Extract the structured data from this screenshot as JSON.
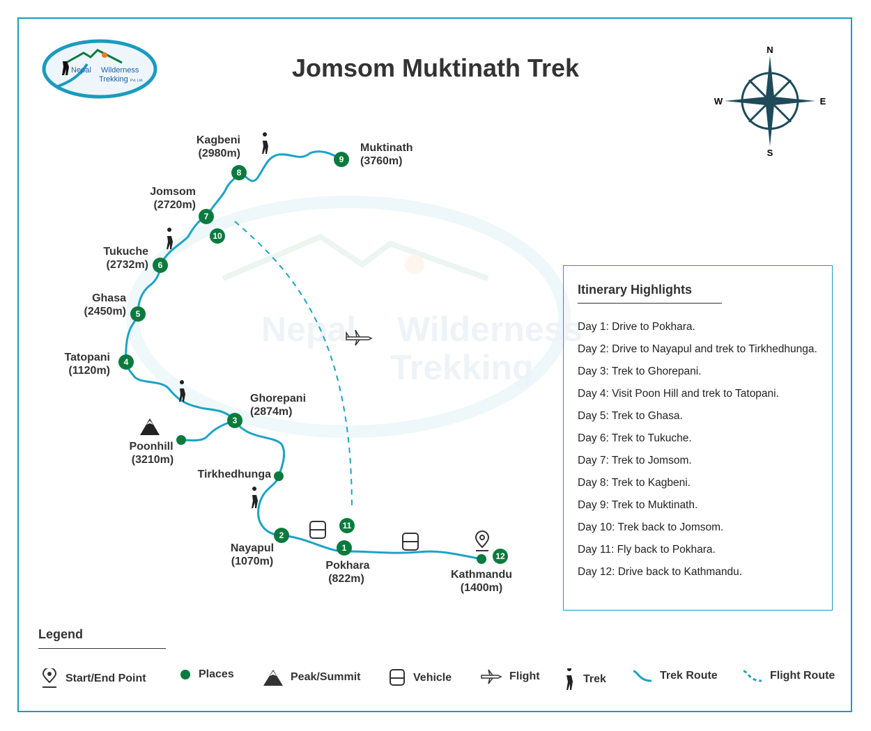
{
  "title": "Jomsom Muktinath Trek",
  "logo": {
    "line1": "Nepal",
    "line2": "Wilderness",
    "line3": "Trekking",
    "suffix": "Pvt. Ltd."
  },
  "compass": {
    "n": "N",
    "s": "S",
    "e": "E",
    "w": "W"
  },
  "places": [
    {
      "num": "1",
      "name": "Pokhara",
      "alt": "(822m)"
    },
    {
      "num": "2",
      "name": "Nayapul",
      "alt": "(1070m)"
    },
    {
      "num": "3",
      "name": "Ghorepani",
      "alt": "(2874m)"
    },
    {
      "num": "4",
      "name": "Tatopani",
      "alt": "(1120m)"
    },
    {
      "num": "5",
      "name": "Ghasa",
      "alt": "(2450m)"
    },
    {
      "num": "6",
      "name": "Tukuche",
      "alt": "(2732m)"
    },
    {
      "num": "7",
      "name": "Jomsom",
      "alt": "(2720m)"
    },
    {
      "num": "8",
      "name": "Kagbeni",
      "alt": "(2980m)"
    },
    {
      "num": "9",
      "name": "Muktinath",
      "alt": "(3760m)"
    },
    {
      "num": "10"
    },
    {
      "num": "11"
    },
    {
      "num": "12",
      "name": "Kathmandu",
      "alt": "(1400m)"
    },
    {
      "name": "Tirkhedhunga"
    },
    {
      "name": "Poonhill",
      "alt": "(3210m)"
    }
  ],
  "itinerary": {
    "title": "Itinerary Highlights",
    "days": [
      "Day 1: Drive to Pokhara.",
      "Day 2: Drive to Nayapul and trek to Tirkhedhunga.",
      "Day 3: Trek to Ghorepani.",
      "Day 4: Visit Poon Hill and trek to Tatopani.",
      "Day 5: Trek to Ghasa.",
      "Day 6: Trek to Tukuche.",
      "Day 7: Trek to Jomsom.",
      "Day 8: Trek to Kagbeni.",
      "Day 9: Trek to Muktinath.",
      "Day 10: Trek back to Jomsom.",
      "Day 11: Fly back to Pokhara.",
      "Day 12: Drive back to Kathmandu."
    ]
  },
  "legend": {
    "title": "Legend",
    "items": [
      "Start/End Point",
      "Places",
      "Peak/Summit",
      "Vehicle",
      "Flight",
      "Trek",
      "Trek Route",
      "Flight Route"
    ]
  },
  "colors": {
    "route": "#1ba3c6",
    "marker": "#0b7a3e",
    "border": "#1a9bbf"
  }
}
